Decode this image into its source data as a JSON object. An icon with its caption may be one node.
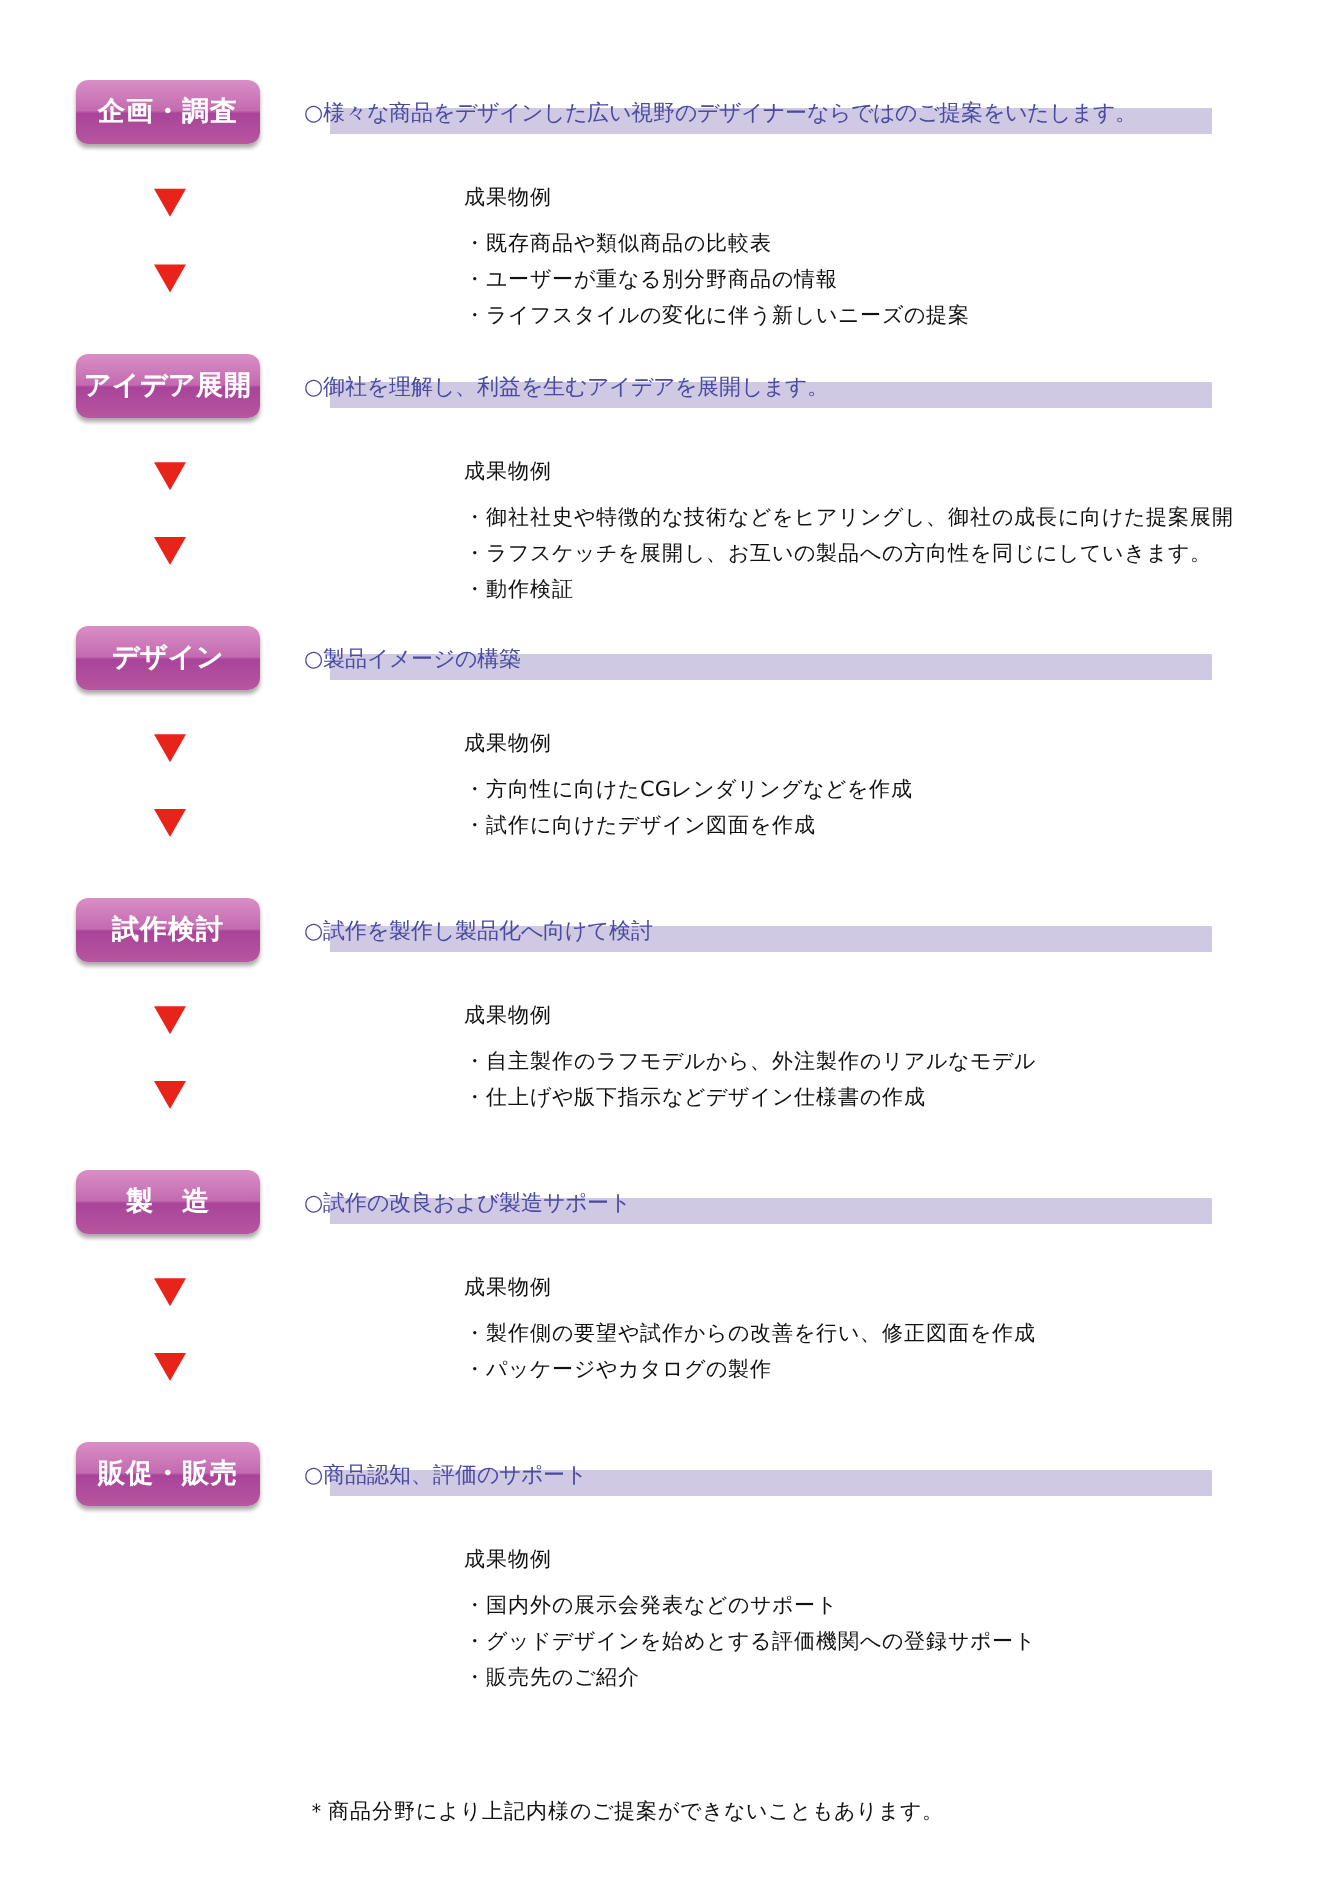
{
  "diagram": {
    "nodes": [
      {
        "text": [
          "企画・調査"
        ],
        "beside": [
          "○様々な商品をデザインした広い視野のデザイナーならではのご提案をいたします。",
          "成果物例",
          "・既存商品や類似商品の比較表",
          "・ユーザーが重なる別分野商品の情報",
          "・ライフスタイルの変化に伴う新しいニーズの提案"
        ]
      },
      {
        "text": [
          "アイデア展開"
        ],
        "beside": [
          "○御社を理解し、利益を生むアイデアを展開します。",
          "成果物例",
          "・御社社史や特徴的な技術などをヒアリングし、御社の成長に向けた提案展開",
          "・ラフスケッチを展開し、お互いの製品への方向性を同じにしていきます。",
          "・動作検証"
        ]
      },
      {
        "text": [
          "デザイン"
        ],
        "beside": [
          "○製品イメージの構築",
          "成果物例",
          "・方向性に向けたCGレンダリングなどを作成",
          "・試作に向けたデザイン図面を作成"
        ]
      },
      {
        "text": [
          "試作検討"
        ],
        "beside": [
          "○試作を製作し製品化へ向けて検討",
          "成果物例",
          "・自主製作のラフモデルから、外注製作のリアルなモデル",
          "・仕上げや版下指示などデザイン仕様書の作成"
        ]
      },
      {
        "text": [
          "製　造"
        ],
        "beside": [
          "○試作の改良および製造サポート",
          "成果物例",
          "・製作側の要望や試作からの改善を行い、修正図面を作成",
          "・パッケージやカタログの製作"
        ]
      },
      {
        "text": [
          "販促・販売"
        ],
        "beside": [
          "○商品認知、評価のサポート",
          "成果物例",
          "・国内外の展示会発表などのサポート",
          "・グッドデザインを始めとする評価機関への登録サポート",
          "・販売先のご紹介"
        ]
      }
    ],
    "labels": [
      "＊商品分野により上記内様のご提案ができないこともあります。"
    ]
  }
}
